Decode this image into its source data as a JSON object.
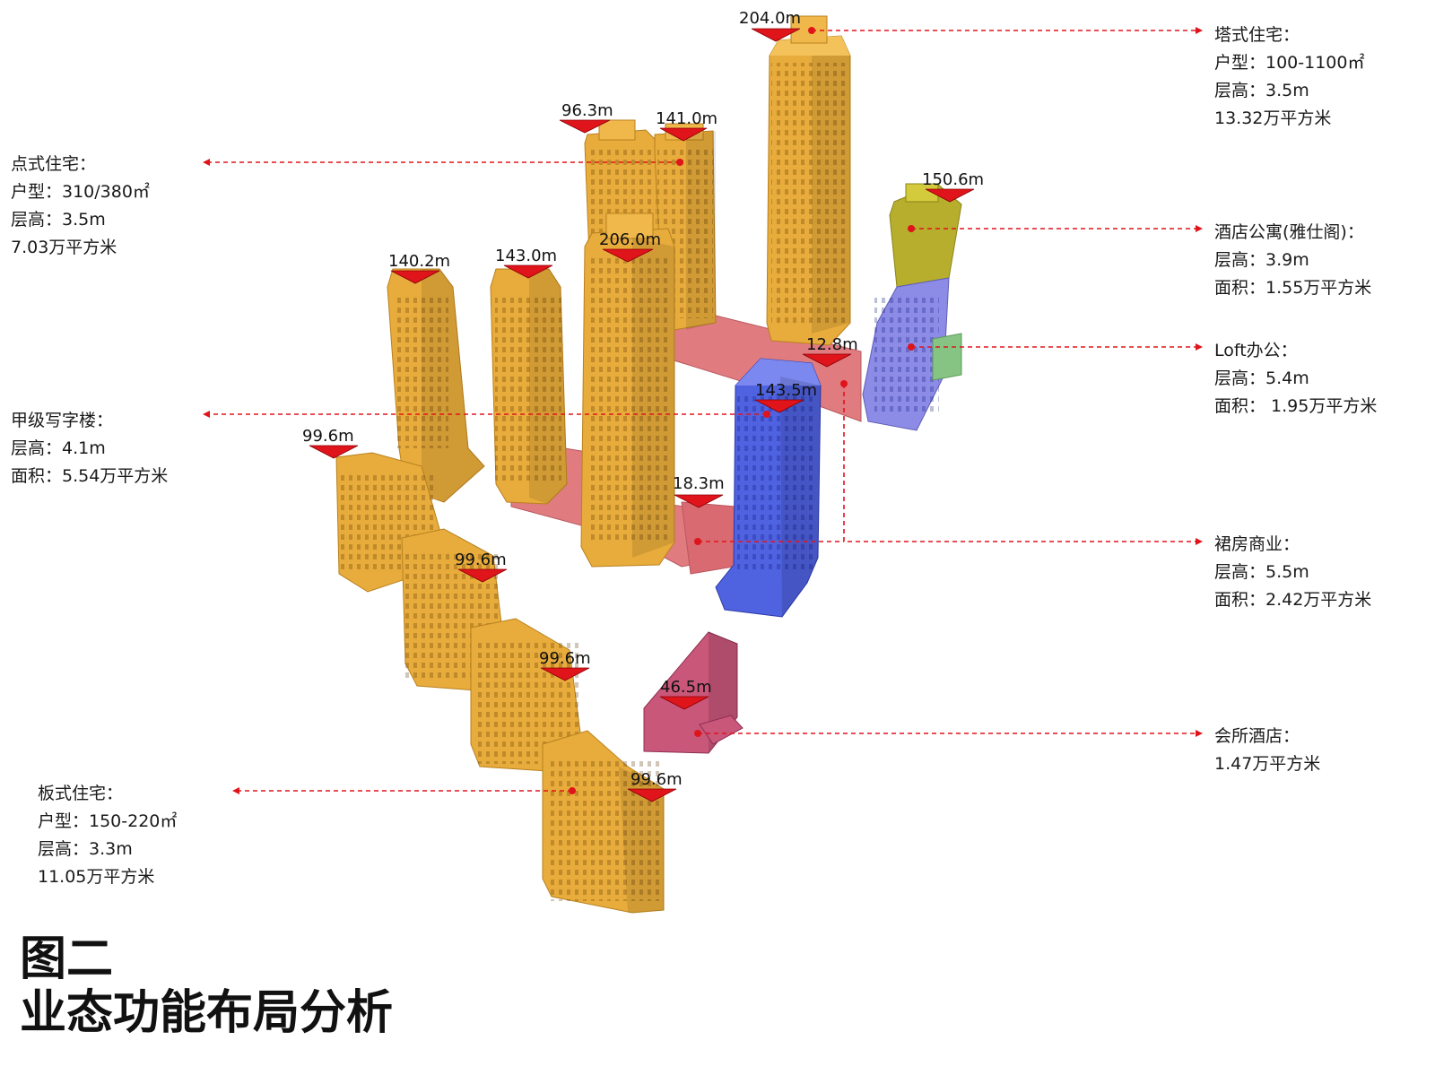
{
  "colors": {
    "residential": "#E8AC3C",
    "office": "#4F62E0",
    "podium": "#E07C80",
    "hotel_apartment_top": "#B7AE2E",
    "loft": "#8C8CE6",
    "clubhouse": "#C9577A",
    "annex": "#86C483",
    "leader": "#E0141B"
  },
  "heights": {
    "h_204": "204.0m",
    "h_963": "96.3m",
    "h_1410": "141.0m",
    "h_2060": "206.0m",
    "h_1506": "150.6m",
    "h_1402": "140.2m",
    "h_1430": "143.0m",
    "h_128": "12.8m",
    "h_1435": "143.5m",
    "h_996a": "99.6m",
    "h_996b": "99.6m",
    "h_996c": "99.6m",
    "h_996d": "99.6m",
    "h_183": "18.3m",
    "h_465": "46.5m"
  },
  "notes": {
    "tower_residence": {
      "line1": "塔式住宅：",
      "line2": "户型：100-1100㎡",
      "line3": "层高：3.5m",
      "line4": "13.32万平方米"
    },
    "point_residence": {
      "line1": "点式住宅：",
      "line2": "户型：310/380㎡",
      "line3": "层高：3.5m",
      "line4": "7.03万平方米"
    },
    "hotel_apartment": {
      "line1": "酒店公寓(雅仕阁)：",
      "line2": "层高：3.9m",
      "line3": " 面积：1.55万平方米"
    },
    "loft_office": {
      "line1": "Loft办公：",
      "line2": "层高：5.4m",
      "line3": "面积： 1.95万平方米"
    },
    "grade_a_office": {
      "line1": "甲级写字楼：",
      "line2": "层高：4.1m",
      "line3": "面积：5.54万平方米"
    },
    "podium_retail": {
      "line1": "裙房商业：",
      "line2": "层高：5.5m",
      "line3": "面积：2.42万平方米"
    },
    "club_hotel": {
      "line1": "会所酒店：",
      "line2": "1.47万平方米"
    },
    "slab_residence": {
      "line1": "板式住宅：",
      "line2": "户型：150-220㎡",
      "line3": "层高：3.3m",
      "line4": "11.05万平方米"
    }
  },
  "title": {
    "line1": "图二",
    "line2": "业态功能布局分析"
  }
}
